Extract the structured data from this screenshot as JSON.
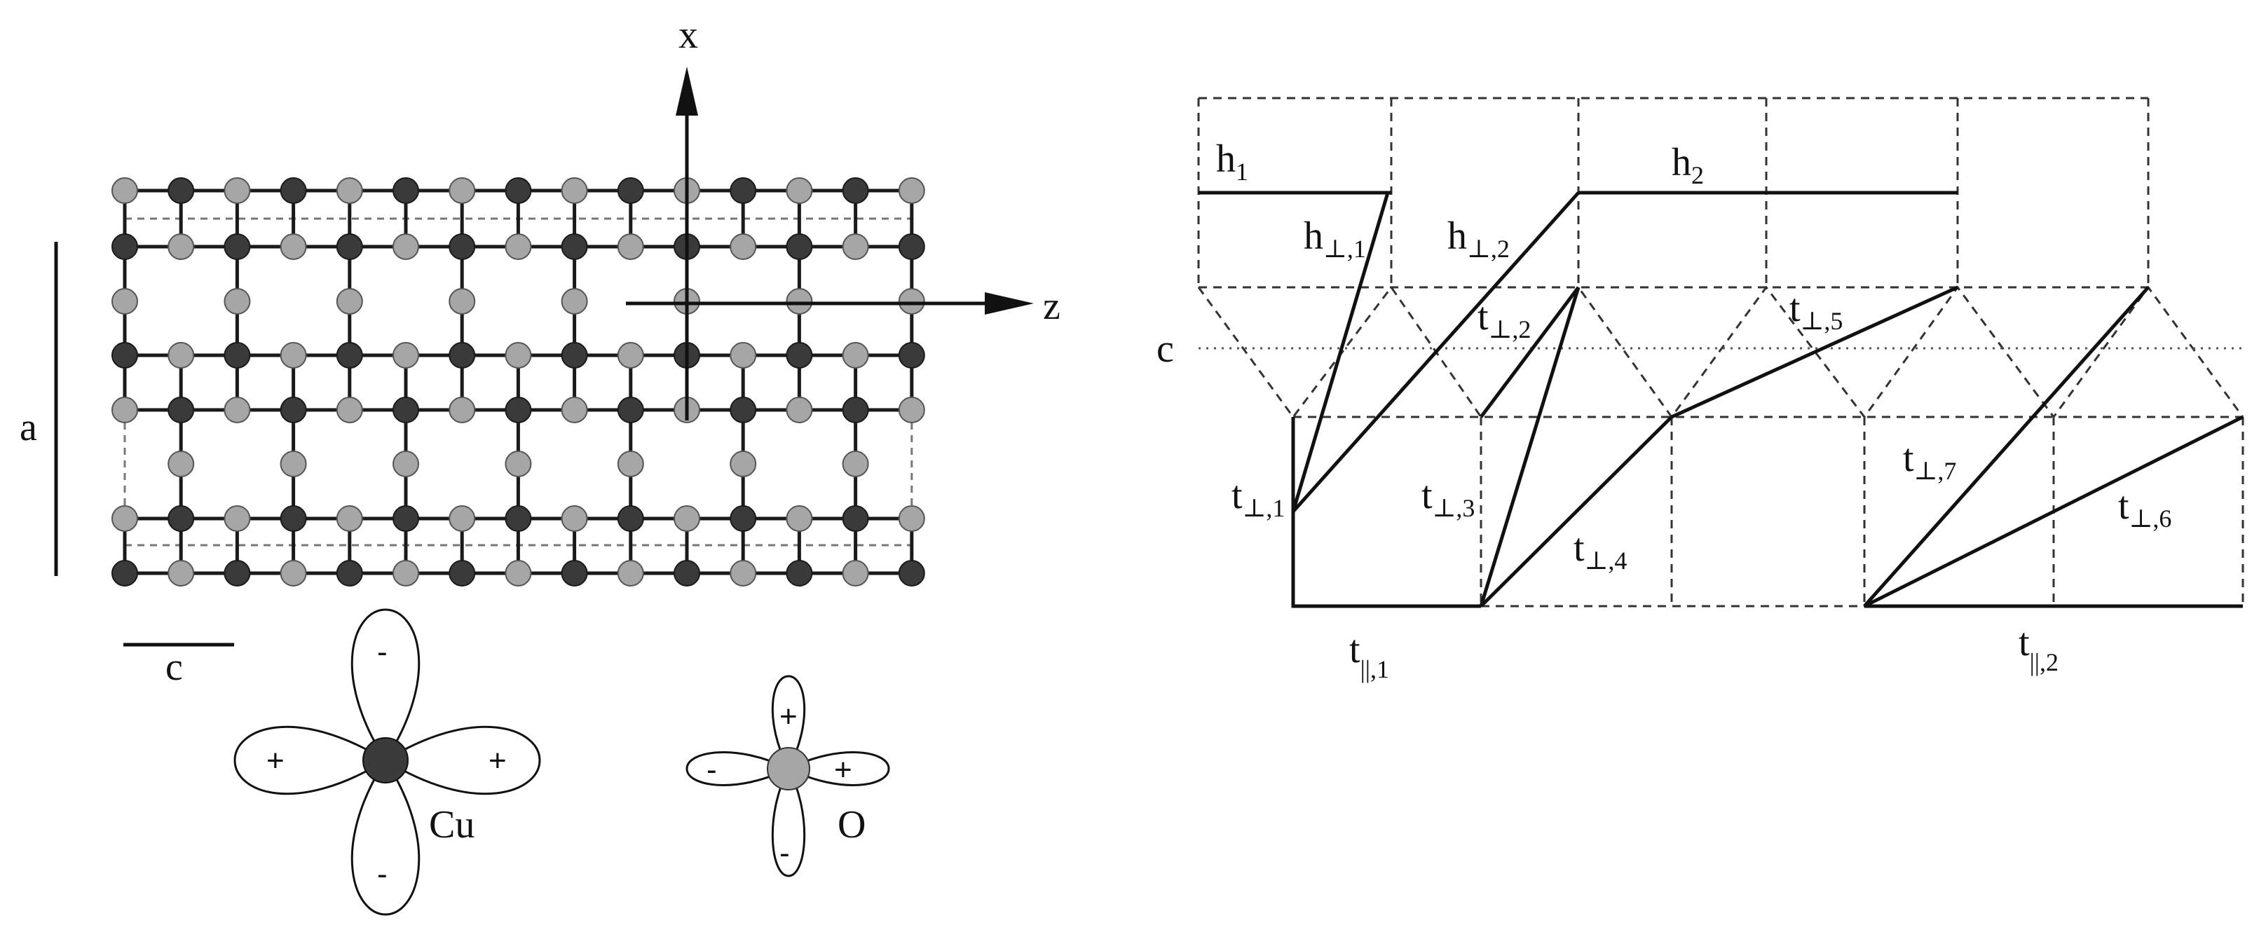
{
  "colors": {
    "ink": "#111111",
    "cu_atom": "#3a3a3a",
    "o_atom": "#a6a6a6",
    "bond": "#1a1a1a",
    "background": "#ffffff"
  },
  "lattice": {
    "axis_x": "x",
    "axis_z": "z",
    "dim_a": "a",
    "dim_c": "c"
  },
  "orbitals": {
    "cu": {
      "label": "Cu",
      "signs": [
        "-",
        "+",
        "+",
        "-"
      ]
    },
    "o": {
      "label": "O",
      "signs": [
        "+",
        "-",
        "+",
        "-"
      ]
    }
  },
  "hopping": {
    "c_label": "c",
    "labels": [
      {
        "id": "h1",
        "main": "h",
        "sub": "1"
      },
      {
        "id": "h2",
        "main": "h",
        "sub": "2"
      },
      {
        "id": "h_perp_1",
        "main": "h",
        "sub": "⊥,1"
      },
      {
        "id": "h_perp_2",
        "main": "h",
        "sub": "⊥,2"
      },
      {
        "id": "t_perp_1",
        "main": "t",
        "sub": "⊥,1"
      },
      {
        "id": "t_perp_2",
        "main": "t",
        "sub": "⊥,2"
      },
      {
        "id": "t_perp_3",
        "main": "t",
        "sub": "⊥,3"
      },
      {
        "id": "t_perp_4",
        "main": "t",
        "sub": "⊥,4"
      },
      {
        "id": "t_perp_5",
        "main": "t",
        "sub": "⊥,5"
      },
      {
        "id": "t_perp_6",
        "main": "t",
        "sub": "⊥,6"
      },
      {
        "id": "t_perp_7",
        "main": "t",
        "sub": "⊥,7"
      },
      {
        "id": "t_par_1",
        "main": "t",
        "sub": "||,1"
      },
      {
        "id": "t_par_2",
        "main": "t",
        "sub": "||,2"
      }
    ]
  }
}
